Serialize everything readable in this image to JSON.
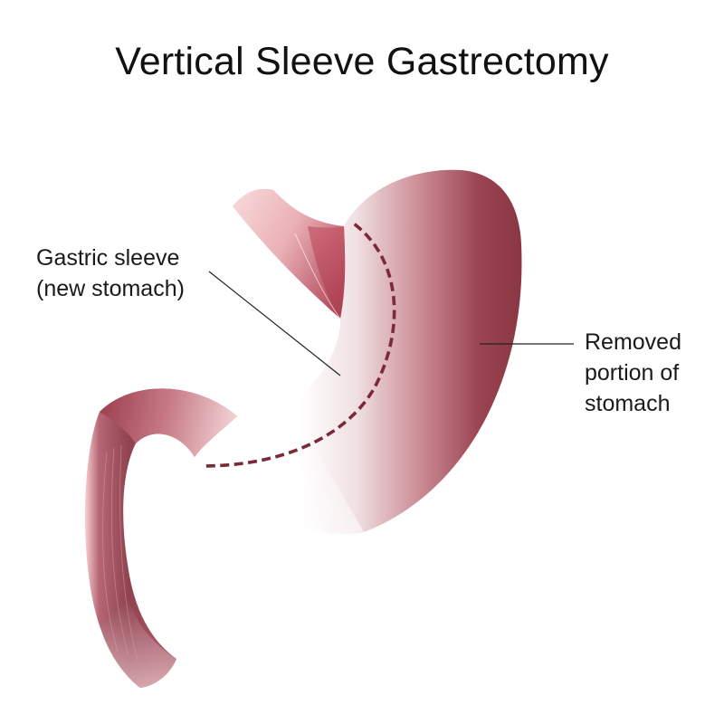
{
  "title": "Vertical Sleeve Gastrectomy",
  "labels": {
    "gastric_sleeve": [
      "Gastric sleeve",
      "(new stomach)"
    ],
    "removed_portion": [
      "Removed",
      "portion of",
      "stomach"
    ]
  },
  "colors": {
    "tissue_dark": "#8e3a47",
    "tissue_mid": "#b65a69",
    "tissue_light": "#f4d2d4",
    "staple_line": "#7a2a38",
    "leader_line": "#222222",
    "text": "#111111",
    "background": "#ffffff"
  }
}
